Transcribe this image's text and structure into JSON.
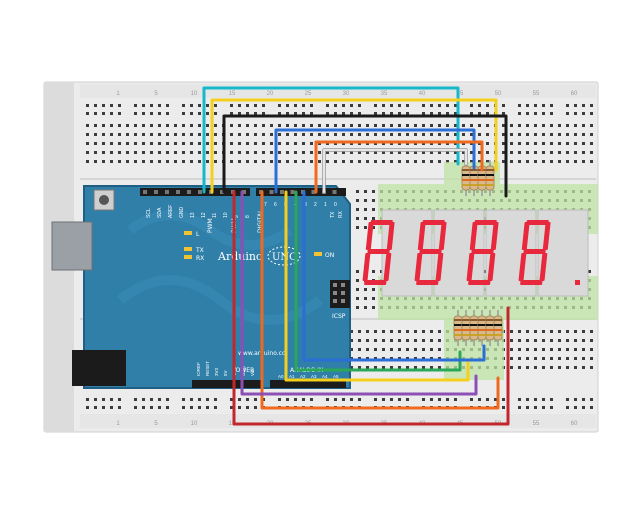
{
  "board": {
    "logo_brand": "Arduino",
    "logo_model": "UNO",
    "digital_label": "DIGITAL",
    "pwm_label": "PWM",
    "icsp_label": "ICSP",
    "on_label": "ON",
    "website": "www.arduino.cc",
    "power_label": "POWER",
    "analog_label": "ANALOG IN",
    "led_l": "L",
    "led_tx": "TX",
    "led_rx": "RX",
    "pin_tx": "TX",
    "pin_rx": "RX",
    "header_left_labels": [
      "SCL",
      "SDA",
      "AREF",
      "GND",
      "13",
      "12",
      "11",
      "10",
      "9",
      "8"
    ],
    "header_right_labels": [
      "7",
      "6",
      "5",
      "4",
      "3",
      "2",
      "1",
      "0"
    ],
    "power_header_labels": [
      "IOREF",
      "RESET",
      "3V3",
      "5V",
      "GND",
      "GND",
      "Vin"
    ],
    "analog_header_labels": [
      "A0",
      "A1",
      "A2",
      "A3",
      "A4",
      "A5"
    ]
  },
  "display": {
    "digit_count": 4,
    "segment_color": "#e8283c",
    "body_color": "#d9d9d9"
  },
  "breadboard": {
    "column_numbers": [
      "1",
      "5",
      "10",
      "15",
      "20",
      "25",
      "30",
      "35",
      "40",
      "45",
      "50",
      "55",
      "60"
    ]
  },
  "colors": {
    "board": "#2f7fa8",
    "board_edge": "#1f5f83",
    "wire_cyan": "#17b8c9",
    "wire_yellow": "#f4cf1d",
    "wire_black": "#1a1a1a",
    "wire_blue": "#2b6ed6",
    "wire_orange": "#ef6a1e",
    "wire_white": "#e6e6e6",
    "wire_red": "#c3272e",
    "wire_purple": "#8b4fb5",
    "wire_green": "#2aa757",
    "breadboard": "#ededed",
    "hole_zone": "#bfe3a4"
  }
}
